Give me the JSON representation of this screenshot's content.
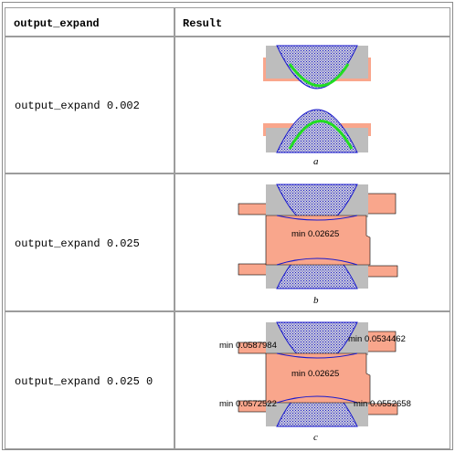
{
  "table": {
    "headers": [
      "output_expand",
      "Result"
    ],
    "rows": [
      {
        "command": "output_expand 0.002",
        "caption": "a"
      },
      {
        "command": "output_expand 0.025",
        "caption": "b",
        "measure": "min 0.02625"
      },
      {
        "command": "output_expand 0.025 0",
        "caption": "c",
        "measures": [
          "min 0.0587984",
          "min 0.0534462",
          "min 0.02625",
          "min 0.0572522",
          "min 0.0552658"
        ]
      }
    ]
  },
  "colors": {
    "grey": "#bdbdbd",
    "salmon": "#f9a68c",
    "blue": "#1a1acc",
    "green": "#22dd22"
  }
}
